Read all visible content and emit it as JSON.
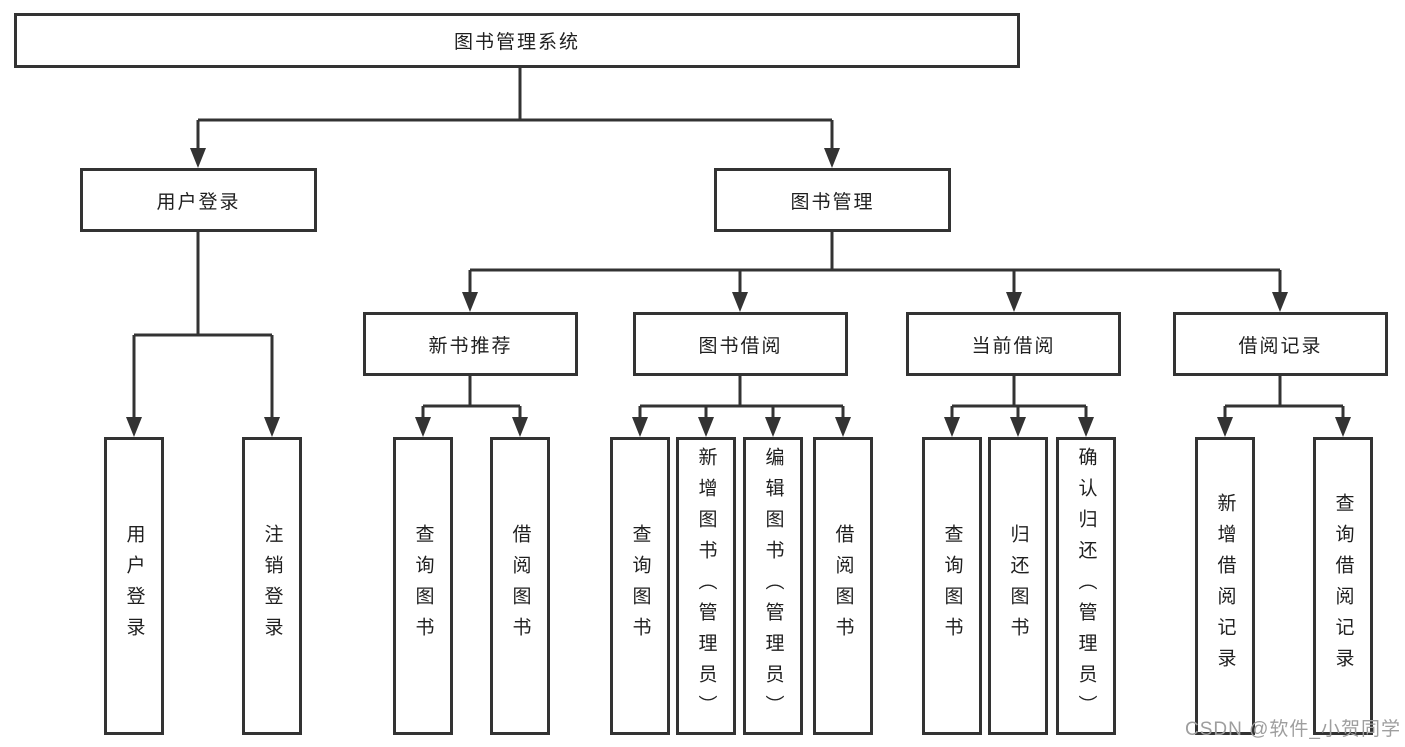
{
  "tree": {
    "root": {
      "label": "图书管理系统"
    },
    "level2": [
      {
        "label": "用户登录",
        "children": [
          {
            "label": "用户登录"
          },
          {
            "label": "注销登录"
          }
        ]
      },
      {
        "label": "图书管理",
        "children": [
          {
            "label": "新书推荐",
            "children": [
              {
                "label": "查询图书"
              },
              {
                "label": "借阅图书"
              }
            ]
          },
          {
            "label": "图书借阅",
            "children": [
              {
                "label": "查询图书"
              },
              {
                "label": "新增图书（管理员）"
              },
              {
                "label": "编辑图书（管理员）"
              },
              {
                "label": "借阅图书"
              }
            ]
          },
          {
            "label": "当前借阅",
            "children": [
              {
                "label": "查询图书"
              },
              {
                "label": "归还图书"
              },
              {
                "label": "确认归还（管理员）"
              }
            ]
          },
          {
            "label": "借阅记录",
            "children": [
              {
                "label": "新增借阅记录"
              },
              {
                "label": "查询借阅记录"
              }
            ]
          }
        ]
      }
    ]
  },
  "watermark": "CSDN @软件_小贺同学",
  "colors": {
    "line": "#333333",
    "box_border": "#333333",
    "text": "#1f1f1f",
    "background": "#ffffff",
    "watermark_text": "#9e9e9e"
  }
}
